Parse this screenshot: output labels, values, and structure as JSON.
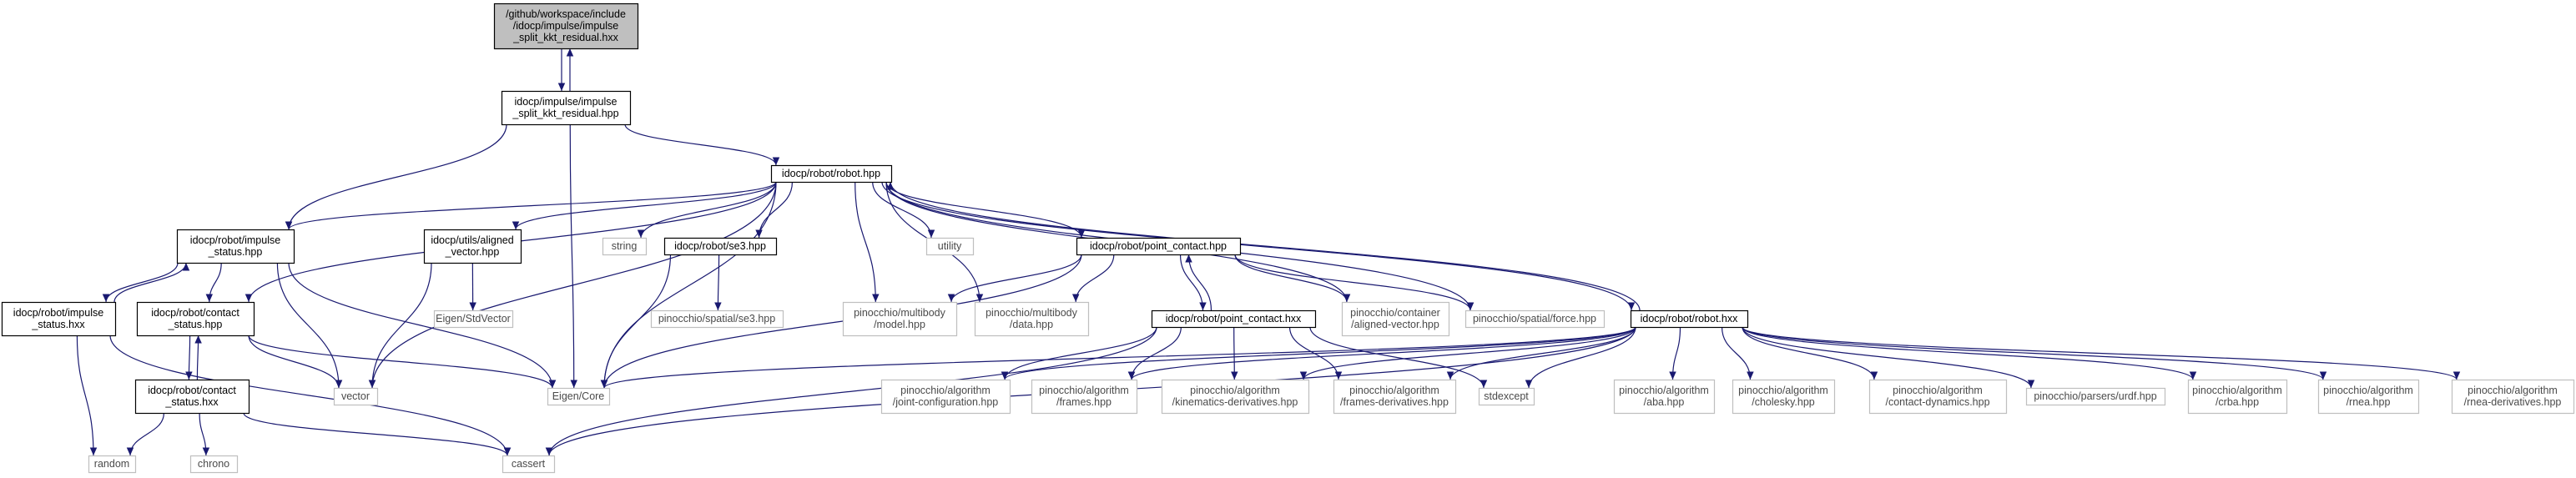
{
  "colors": {
    "edge": "#191970",
    "node_border": "#000000",
    "external_border": "#bfbfbf",
    "root_fill": "#bfbfbf",
    "node_fill": "#ffffff"
  },
  "nodes": [
    {
      "id": "root",
      "kind": "root",
      "lines": [
        "/github/workspace/include",
        "/idocp/impulse/impulse",
        "_split_kkt_residual.hxx"
      ]
    },
    {
      "id": "split_hpp",
      "kind": "internal",
      "lines": [
        "idocp/impulse/impulse",
        "_split_kkt_residual.hpp"
      ]
    },
    {
      "id": "robot_hpp",
      "kind": "internal",
      "lines": [
        "idocp/robot/robot.hpp"
      ]
    },
    {
      "id": "impulse_status_hpp",
      "kind": "internal",
      "lines": [
        "idocp/robot/impulse",
        "_status.hpp"
      ]
    },
    {
      "id": "aligned_vector_hpp",
      "kind": "internal",
      "lines": [
        "idocp/utils/aligned",
        "_vector.hpp"
      ]
    },
    {
      "id": "string",
      "kind": "external",
      "lines": [
        "string"
      ]
    },
    {
      "id": "se3_hpp",
      "kind": "internal",
      "lines": [
        "idocp/robot/se3.hpp"
      ]
    },
    {
      "id": "utility",
      "kind": "external",
      "lines": [
        "utility"
      ]
    },
    {
      "id": "point_contact_hpp",
      "kind": "internal",
      "lines": [
        "idocp/robot/point_contact.hpp"
      ]
    },
    {
      "id": "impulse_status_hxx",
      "kind": "internal",
      "lines": [
        "idocp/robot/impulse",
        "_status.hxx"
      ]
    },
    {
      "id": "contact_status_hpp",
      "kind": "internal",
      "lines": [
        "idocp/robot/contact",
        "_status.hpp"
      ]
    },
    {
      "id": "eigen_stdvector",
      "kind": "external",
      "lines": [
        "Eigen/StdVector"
      ]
    },
    {
      "id": "spatial_se3",
      "kind": "external",
      "lines": [
        "pinocchio/spatial/se3.hpp"
      ]
    },
    {
      "id": "multibody_model",
      "kind": "external",
      "lines": [
        "pinocchio/multibody",
        "/model.hpp"
      ]
    },
    {
      "id": "multibody_data",
      "kind": "external",
      "lines": [
        "pinocchio/multibody",
        "/data.hpp"
      ]
    },
    {
      "id": "point_contact_hxx",
      "kind": "internal",
      "lines": [
        "idocp/robot/point_contact.hxx"
      ]
    },
    {
      "id": "container_aligned",
      "kind": "external",
      "lines": [
        "pinocchio/container",
        "/aligned-vector.hpp"
      ]
    },
    {
      "id": "spatial_force",
      "kind": "external",
      "lines": [
        "pinocchio/spatial/force.hpp"
      ]
    },
    {
      "id": "robot_hxx",
      "kind": "internal",
      "lines": [
        "idocp/robot/robot.hxx"
      ]
    },
    {
      "id": "contact_status_hxx",
      "kind": "internal",
      "lines": [
        "idocp/robot/contact",
        "_status.hxx"
      ]
    },
    {
      "id": "vector",
      "kind": "external",
      "lines": [
        "vector"
      ]
    },
    {
      "id": "eigen_core",
      "kind": "external",
      "lines": [
        "Eigen/Core"
      ]
    },
    {
      "id": "joint_config",
      "kind": "external",
      "lines": [
        "pinocchio/algorithm",
        "/joint-configuration.hpp"
      ]
    },
    {
      "id": "frames",
      "kind": "external",
      "lines": [
        "pinocchio/algorithm",
        "/frames.hpp"
      ]
    },
    {
      "id": "kin_deriv",
      "kind": "external",
      "lines": [
        "pinocchio/algorithm",
        "/kinematics-derivatives.hpp"
      ]
    },
    {
      "id": "frames_deriv",
      "kind": "external",
      "lines": [
        "pinocchio/algorithm",
        "/frames-derivatives.hpp"
      ]
    },
    {
      "id": "stdexcept",
      "kind": "external",
      "lines": [
        "stdexcept"
      ]
    },
    {
      "id": "aba",
      "kind": "external",
      "lines": [
        "pinocchio/algorithm",
        "/aba.hpp"
      ]
    },
    {
      "id": "cholesky",
      "kind": "external",
      "lines": [
        "pinocchio/algorithm",
        "/cholesky.hpp"
      ]
    },
    {
      "id": "contact_dyn",
      "kind": "external",
      "lines": [
        "pinocchio/algorithm",
        "/contact-dynamics.hpp"
      ]
    },
    {
      "id": "urdf",
      "kind": "external",
      "lines": [
        "pinocchio/parsers/urdf.hpp"
      ]
    },
    {
      "id": "crba",
      "kind": "external",
      "lines": [
        "pinocchio/algorithm",
        "/crba.hpp"
      ]
    },
    {
      "id": "rnea",
      "kind": "external",
      "lines": [
        "pinocchio/algorithm",
        "/rnea.hpp"
      ]
    },
    {
      "id": "rnea_deriv",
      "kind": "external",
      "lines": [
        "pinocchio/algorithm",
        "/rnea-derivatives.hpp"
      ]
    },
    {
      "id": "random",
      "kind": "external",
      "lines": [
        "random"
      ]
    },
    {
      "id": "chrono",
      "kind": "external",
      "lines": [
        "chrono"
      ]
    },
    {
      "id": "cassert",
      "kind": "external",
      "lines": [
        "cassert"
      ]
    }
  ],
  "edges": [
    [
      "root",
      "split_hpp"
    ],
    [
      "split_hpp",
      "root"
    ],
    [
      "split_hpp",
      "robot_hpp"
    ],
    [
      "split_hpp",
      "impulse_status_hpp"
    ],
    [
      "split_hpp",
      "eigen_core"
    ],
    [
      "robot_hpp",
      "impulse_status_hpp"
    ],
    [
      "robot_hpp",
      "aligned_vector_hpp"
    ],
    [
      "robot_hpp",
      "string"
    ],
    [
      "robot_hpp",
      "se3_hpp"
    ],
    [
      "robot_hpp",
      "utility"
    ],
    [
      "robot_hpp",
      "point_contact_hpp"
    ],
    [
      "robot_hpp",
      "contact_status_hpp"
    ],
    [
      "robot_hpp",
      "vector"
    ],
    [
      "robot_hpp",
      "eigen_core"
    ],
    [
      "robot_hpp",
      "multibody_model"
    ],
    [
      "robot_hpp",
      "multibody_data"
    ],
    [
      "robot_hpp",
      "container_aligned"
    ],
    [
      "robot_hpp",
      "spatial_force"
    ],
    [
      "robot_hpp",
      "robot_hxx"
    ],
    [
      "robot_hxx",
      "robot_hpp"
    ],
    [
      "impulse_status_hpp",
      "impulse_status_hxx"
    ],
    [
      "impulse_status_hxx",
      "impulse_status_hpp"
    ],
    [
      "impulse_status_hpp",
      "contact_status_hpp"
    ],
    [
      "impulse_status_hpp",
      "vector"
    ],
    [
      "impulse_status_hpp",
      "eigen_core"
    ],
    [
      "impulse_status_hxx",
      "random"
    ],
    [
      "impulse_status_hxx",
      "cassert"
    ],
    [
      "contact_status_hpp",
      "contact_status_hxx"
    ],
    [
      "contact_status_hxx",
      "contact_status_hpp"
    ],
    [
      "contact_status_hpp",
      "vector"
    ],
    [
      "contact_status_hpp",
      "eigen_core"
    ],
    [
      "contact_status_hxx",
      "random"
    ],
    [
      "contact_status_hxx",
      "chrono"
    ],
    [
      "contact_status_hxx",
      "cassert"
    ],
    [
      "aligned_vector_hpp",
      "eigen_stdvector"
    ],
    [
      "aligned_vector_hpp",
      "vector"
    ],
    [
      "se3_hpp",
      "spatial_se3"
    ],
    [
      "se3_hpp",
      "eigen_core"
    ],
    [
      "point_contact_hpp",
      "multibody_model"
    ],
    [
      "point_contact_hpp",
      "multibody_data"
    ],
    [
      "point_contact_hpp",
      "point_contact_hxx"
    ],
    [
      "point_contact_hxx",
      "point_contact_hpp"
    ],
    [
      "point_contact_hpp",
      "container_aligned"
    ],
    [
      "point_contact_hpp",
      "spatial_force"
    ],
    [
      "point_contact_hpp",
      "eigen_core"
    ],
    [
      "point_contact_hxx",
      "joint_config"
    ],
    [
      "point_contact_hxx",
      "frames"
    ],
    [
      "point_contact_hxx",
      "kin_deriv"
    ],
    [
      "point_contact_hxx",
      "frames_deriv"
    ],
    [
      "point_contact_hxx",
      "stdexcept"
    ],
    [
      "point_contact_hxx",
      "cassert"
    ],
    [
      "robot_hxx",
      "joint_config"
    ],
    [
      "robot_hxx",
      "frames"
    ],
    [
      "robot_hxx",
      "kin_deriv"
    ],
    [
      "robot_hxx",
      "frames_deriv"
    ],
    [
      "robot_hxx",
      "stdexcept"
    ],
    [
      "robot_hxx",
      "aba"
    ],
    [
      "robot_hxx",
      "cholesky"
    ],
    [
      "robot_hxx",
      "contact_dyn"
    ],
    [
      "robot_hxx",
      "urdf"
    ],
    [
      "robot_hxx",
      "crba"
    ],
    [
      "robot_hxx",
      "rnea"
    ],
    [
      "robot_hxx",
      "rnea_deriv"
    ],
    [
      "robot_hxx",
      "cassert"
    ],
    [
      "robot_hxx",
      "eigen_core"
    ]
  ]
}
